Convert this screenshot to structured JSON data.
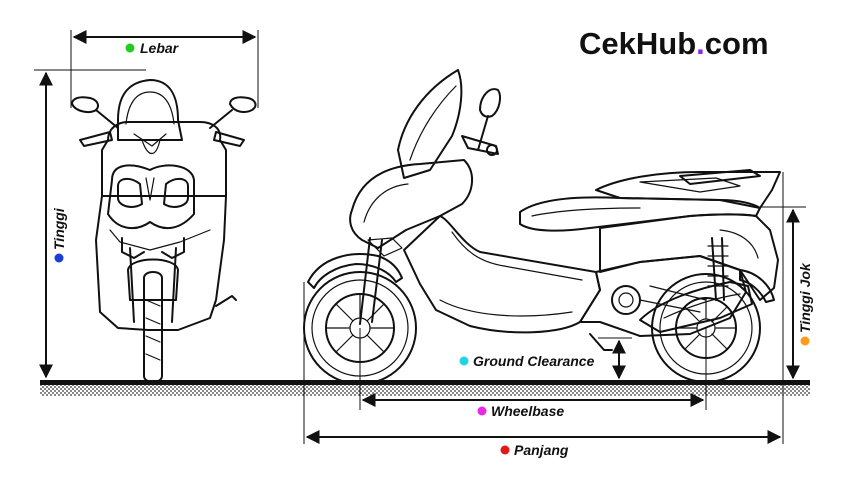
{
  "brand": {
    "name_main": "CekHub",
    "name_suffix": ".com",
    "suffix_dot_color": "#8a2be2"
  },
  "labels": {
    "lebar": {
      "text": "Lebar",
      "color": "#22cc22"
    },
    "tinggi": {
      "text": "Tinggi",
      "color": "#1a3fd6"
    },
    "tinggi_jok": {
      "text": "Tinggi Jok",
      "color": "#ff9a1a"
    },
    "ground_clearance": {
      "text": "Ground Clearance",
      "color": "#22d3e6"
    },
    "wheelbase": {
      "text": "Wheelbase",
      "color": "#e629e6"
    },
    "panjang": {
      "text": "Panjang",
      "color": "#e01919"
    }
  },
  "icons": {
    "front_view": "scooter-front-view-icon",
    "side_view": "scooter-side-view-icon"
  }
}
